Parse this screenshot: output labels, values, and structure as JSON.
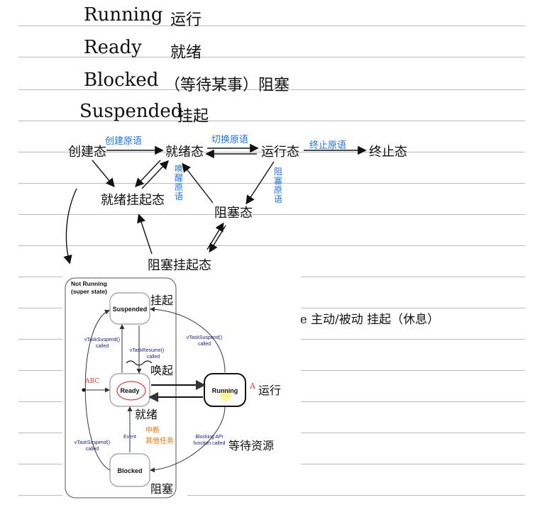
{
  "notes": {
    "states": [
      {
        "en": "Running",
        "zh": "运行"
      },
      {
        "en": "Ready",
        "zh": "就绪"
      },
      {
        "en": "Blocked",
        "zh": "（等待某事）阻塞"
      },
      {
        "en": "Suspended",
        "zh": "挂起"
      }
    ],
    "hand_diagram": {
      "nodes": {
        "create": "创建态",
        "ready": "就绪态",
        "running": "运行态",
        "terminated": "终止态",
        "ready_suspended": "就绪挂起态",
        "blocked": "阻塞态",
        "blocked_suspended": "阻塞挂起态"
      },
      "edge_labels": {
        "create_to_ready": "创建原语",
        "switch": "切换原语",
        "terminate": "终止原语",
        "wake": "唤醒原语",
        "block": "阻塞原语"
      }
    },
    "aside": "NULL / AShandle  主动/被动 挂起（休息）"
  },
  "rtos": {
    "group_title_line1": "Not Running",
    "group_title_line2": "(super state)",
    "states": {
      "suspended": "Suspended",
      "ready": "Ready",
      "running": "Running",
      "blocked": "Blocked"
    },
    "labels": {
      "suspend_from_ready_1": "vTaskSuspend()",
      "suspend_from_ready_2": "called",
      "resume_1": "vTaskResume()",
      "resume_2": "called",
      "suspend_from_running_1": "vTaskSuspend()",
      "suspend_from_running_2": "called",
      "suspend_from_blocked_1": "vTaskSuspend()",
      "suspend_from_blocked_2": "called",
      "event": "Event",
      "blocking_api_1": "Blocking API",
      "blocking_api_2": "function called"
    },
    "annotations": {
      "suspended_zh": "挂起",
      "resume_zh": "唤起",
      "ready_zh": "就绪",
      "running_zh": "运行",
      "wait_zh": "等待资源",
      "blocked_zh": "阻塞",
      "event_zh_1": "中断",
      "event_zh_2": "其他任务",
      "abc": "ABC",
      "a_mark": "A"
    }
  }
}
